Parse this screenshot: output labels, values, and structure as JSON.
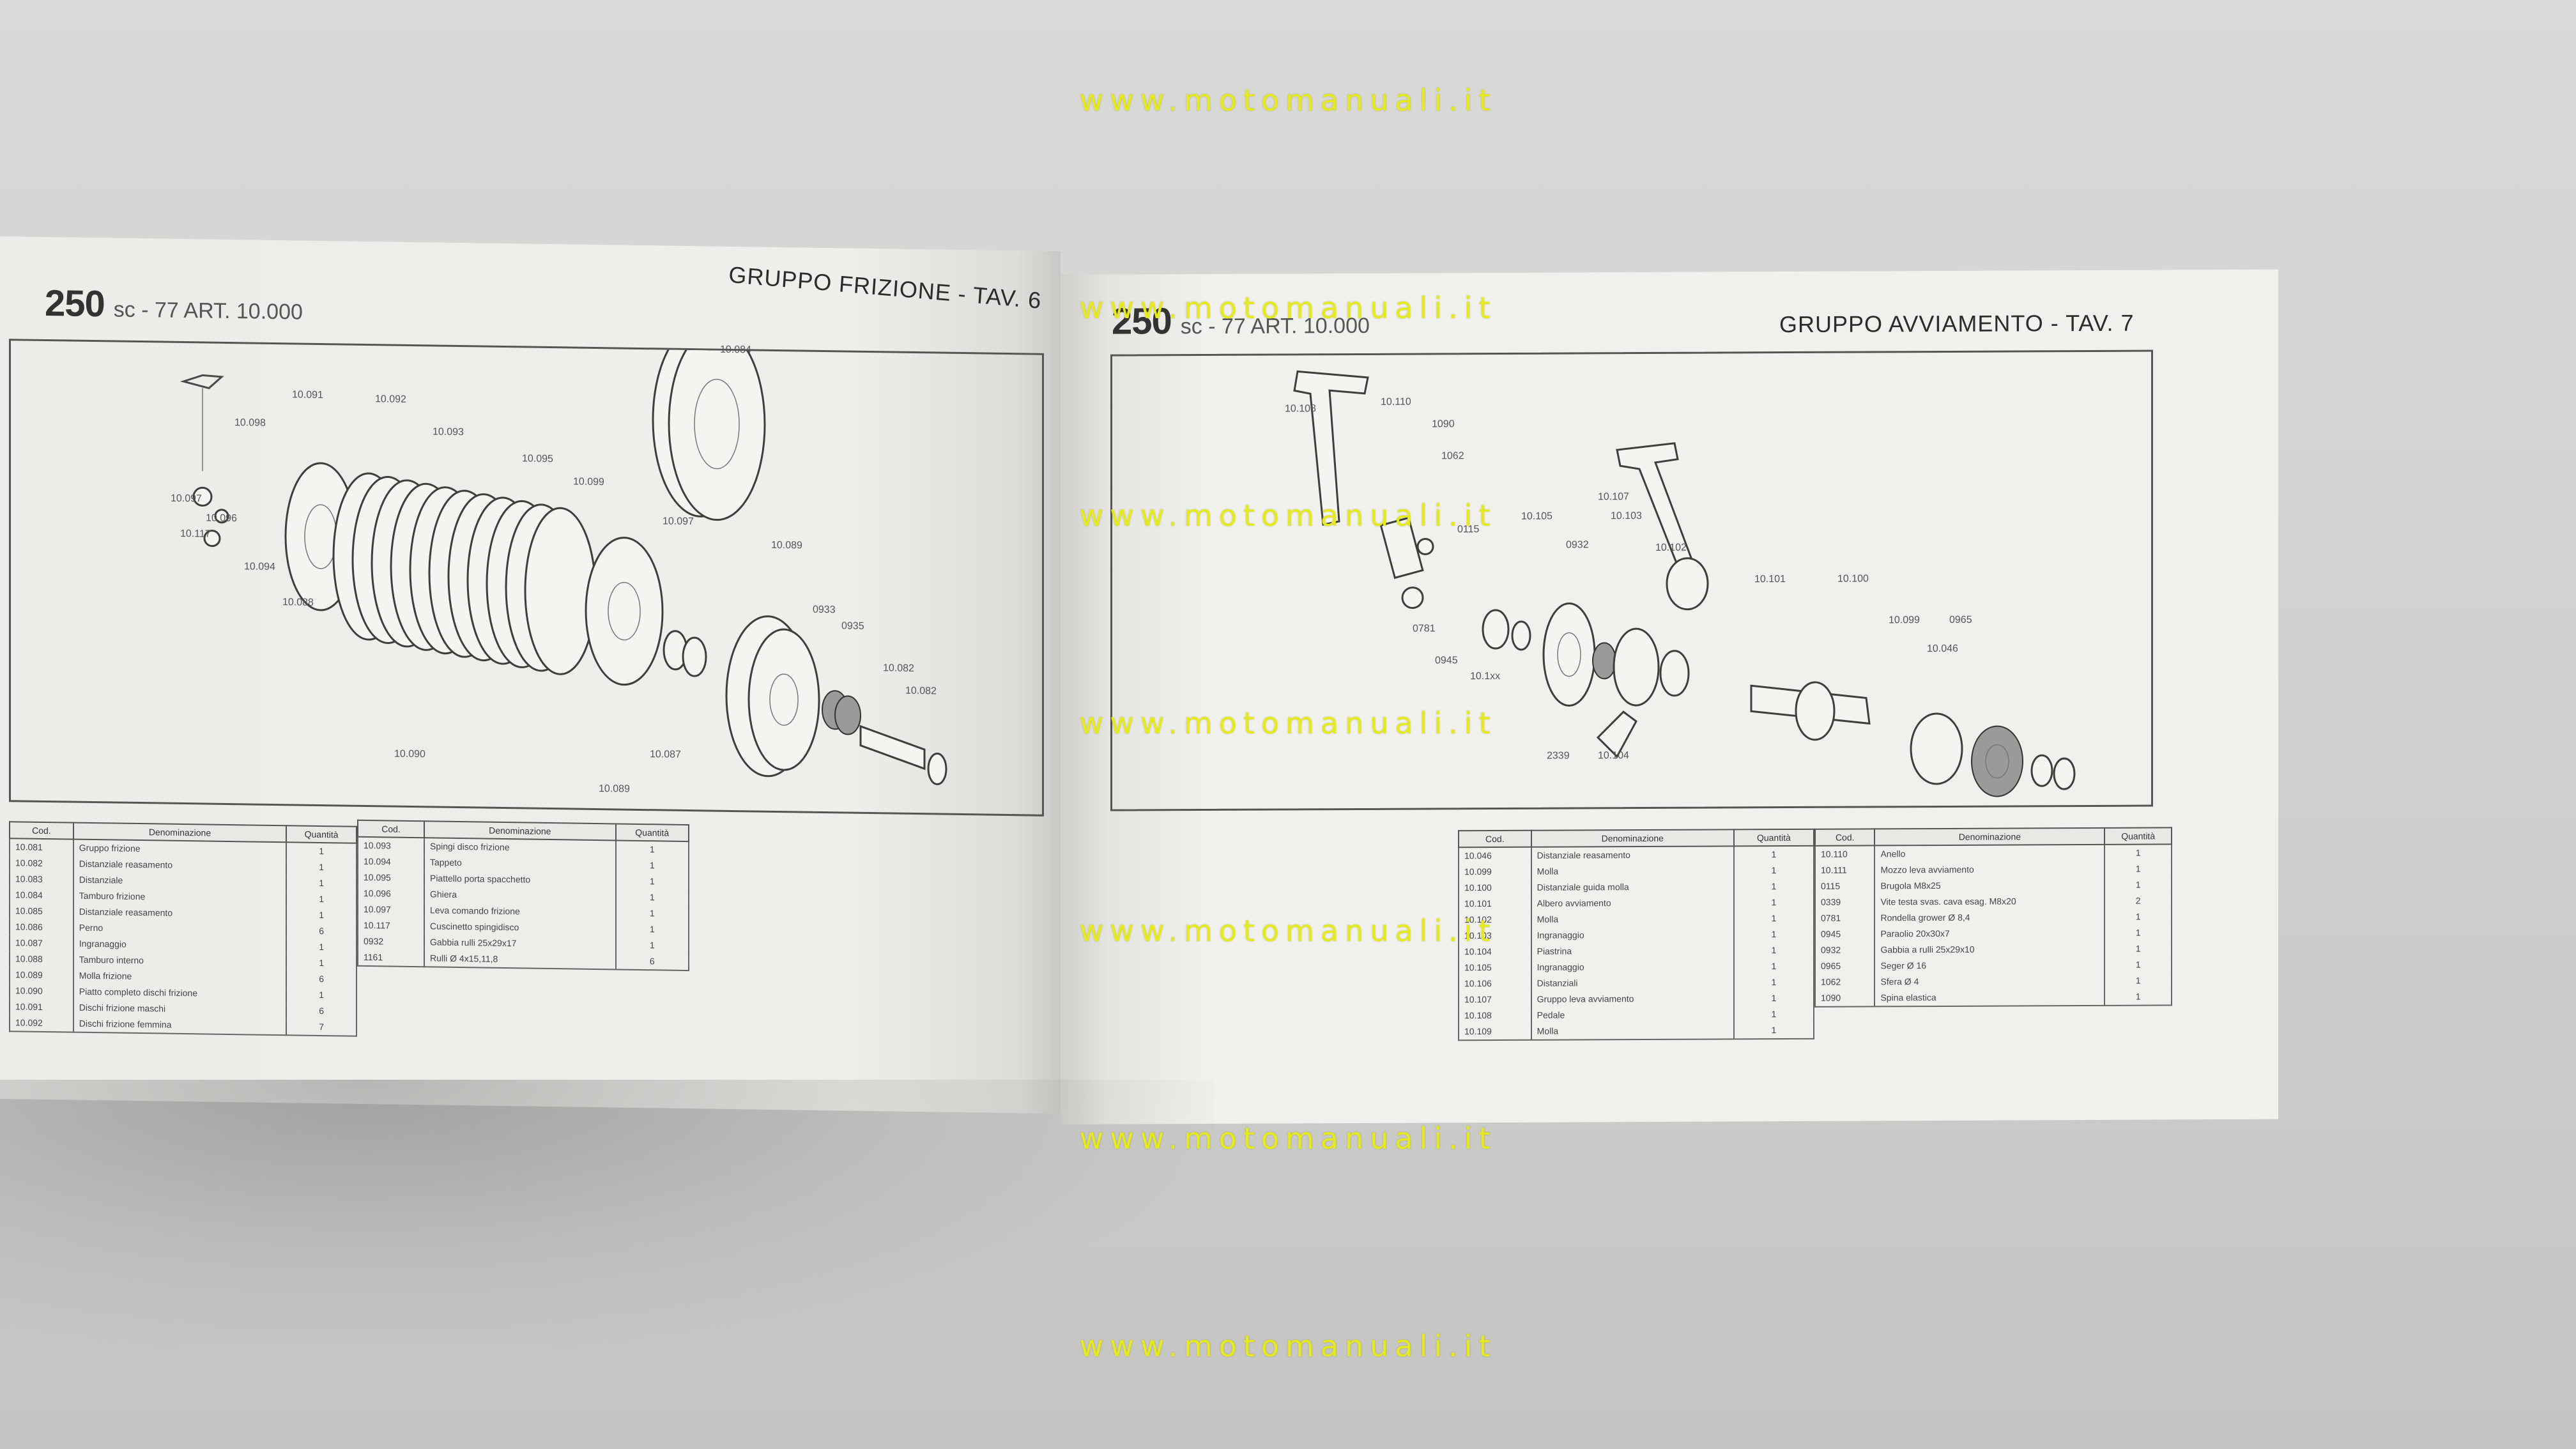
{
  "watermark": "www.motomanuali.it",
  "left_page": {
    "model": "250",
    "subhead": "sc - 77 ART. 10.000",
    "title": "GRUPPO FRIZIONE - TAV. 6",
    "callouts": [
      "10.096",
      "10.098",
      "10.091",
      "10.092",
      "10.097",
      "10.117",
      "10.094",
      "10.093",
      "10.095",
      "10.099",
      "10.097",
      "10.088",
      "10.084",
      "10.090",
      "10.087",
      "10.089",
      "10.089",
      "0933",
      "0935",
      "10.082",
      "10.082"
    ],
    "table_headers": {
      "cod": "Cod.",
      "den": "Denominazione",
      "qty": "Quantità"
    },
    "table1": [
      {
        "cod": "10.081",
        "den": "Gruppo frizione",
        "qty": "1"
      },
      {
        "cod": "10.082",
        "den": "Distanziale reasamento",
        "qty": "1"
      },
      {
        "cod": "10.083",
        "den": "Distanziale",
        "qty": "1"
      },
      {
        "cod": "10.084",
        "den": "Tamburo frizione",
        "qty": "1"
      },
      {
        "cod": "10.085",
        "den": "Distanziale reasamento",
        "qty": "1"
      },
      {
        "cod": "10.086",
        "den": "Perno",
        "qty": "6"
      },
      {
        "cod": "10.087",
        "den": "Ingranaggio",
        "qty": "1"
      },
      {
        "cod": "10.088",
        "den": "Tamburo interno",
        "qty": "1"
      },
      {
        "cod": "10.089",
        "den": "Molla frizione",
        "qty": "6"
      },
      {
        "cod": "10.090",
        "den": "Piatto completo dischi frizione",
        "qty": "1"
      },
      {
        "cod": "10.091",
        "den": "Dischi frizione maschi",
        "qty": "6"
      },
      {
        "cod": "10.092",
        "den": "Dischi frizione femmina",
        "qty": "7"
      }
    ],
    "table2": [
      {
        "cod": "10.093",
        "den": "Spingi disco frizione",
        "qty": "1"
      },
      {
        "cod": "10.094",
        "den": "Tappeto",
        "qty": "1"
      },
      {
        "cod": "10.095",
        "den": "Piattello porta spacchetto",
        "qty": "1"
      },
      {
        "cod": "10.096",
        "den": "Ghiera",
        "qty": "1"
      },
      {
        "cod": "10.097",
        "den": "Leva comando frizione",
        "qty": "1"
      },
      {
        "cod": "10.117",
        "den": "Cuscinetto spingidisco",
        "qty": "1"
      },
      {
        "cod": "0932",
        "den": "Gabbia rulli 25x29x17",
        "qty": "1"
      },
      {
        "cod": "1161",
        "den": "Rulli Ø 4x15,11,8",
        "qty": "6"
      }
    ]
  },
  "right_page": {
    "model": "250",
    "subhead": "sc - 77 ART. 10.000",
    "title": "GRUPPO AVVIAMENTO - TAV. 7",
    "callouts": [
      "10.108",
      "10.110",
      "1090",
      "1062",
      "10.107",
      "0115",
      "10.105",
      "10.103",
      "0932",
      "10.102",
      "10.101",
      "10.100",
      "0781",
      "10.099",
      "0965",
      "10.046",
      "0945",
      "10.1xx",
      "2339",
      "10.104"
    ],
    "table_headers": {
      "cod": "Cod.",
      "den": "Denominazione",
      "qty": "Quantità"
    },
    "table1": [
      {
        "cod": "10.046",
        "den": "Distanziale reasamento",
        "qty": "1"
      },
      {
        "cod": "10.099",
        "den": "Molla",
        "qty": "1"
      },
      {
        "cod": "10.100",
        "den": "Distanziale guida molla",
        "qty": "1"
      },
      {
        "cod": "10.101",
        "den": "Albero avviamento",
        "qty": "1"
      },
      {
        "cod": "10.102",
        "den": "Molla",
        "qty": "1"
      },
      {
        "cod": "10.103",
        "den": "Ingranaggio",
        "qty": "1"
      },
      {
        "cod": "10.104",
        "den": "Piastrina",
        "qty": "1"
      },
      {
        "cod": "10.105",
        "den": "Ingranaggio",
        "qty": "1"
      },
      {
        "cod": "10.106",
        "den": "Distanziali",
        "qty": "1"
      },
      {
        "cod": "10.107",
        "den": "Gruppo leva avviamento",
        "qty": "1"
      },
      {
        "cod": "10.108",
        "den": "Pedale",
        "qty": "1"
      },
      {
        "cod": "10.109",
        "den": "Molla",
        "qty": "1"
      }
    ],
    "table2": [
      {
        "cod": "10.110",
        "den": "Anello",
        "qty": "1"
      },
      {
        "cod": "10.111",
        "den": "Mozzo leva avviamento",
        "qty": "1"
      },
      {
        "cod": "0115",
        "den": "Brugola M8x25",
        "qty": "1"
      },
      {
        "cod": "0339",
        "den": "Vite testa svas. cava esag. M8x20",
        "qty": "2"
      },
      {
        "cod": "0781",
        "den": "Rondella grower Ø 8,4",
        "qty": "1"
      },
      {
        "cod": "0945",
        "den": "Paraolio 20x30x7",
        "qty": "1"
      },
      {
        "cod": "0932",
        "den": "Gabbia a rulli 25x29x10",
        "qty": "1"
      },
      {
        "cod": "0965",
        "den": "Seger Ø 16",
        "qty": "1"
      },
      {
        "cod": "1062",
        "den": "Sfera Ø 4",
        "qty": "1"
      },
      {
        "cod": "1090",
        "den": "Spina elastica",
        "qty": "1"
      }
    ]
  }
}
